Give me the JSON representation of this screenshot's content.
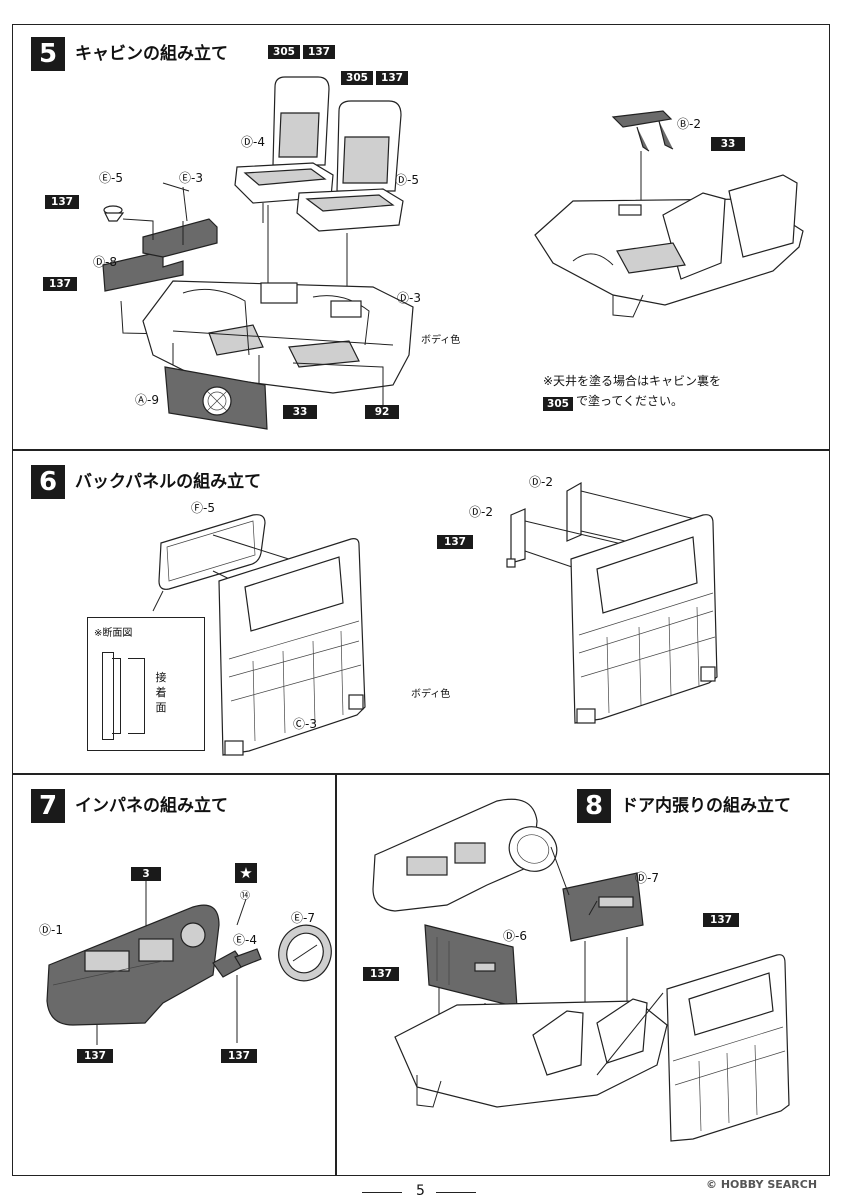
{
  "steps": [
    {
      "number": "5",
      "title": "キャビンの組み立て"
    },
    {
      "number": "6",
      "title": "バックパネルの組み立て"
    },
    {
      "number": "7",
      "title": "インパネの組み立て"
    },
    {
      "number": "8",
      "title": "ドア内張りの組み立て"
    }
  ],
  "step5": {
    "seat_left_codes": [
      "305",
      "137"
    ],
    "seat_right_codes": [
      "305",
      "137"
    ],
    "parts": {
      "d4": "Ⓓ-4",
      "d5": "Ⓓ-5",
      "e5": "Ⓔ-5",
      "e3": "Ⓔ-3",
      "d8": "Ⓓ-8",
      "d3": "Ⓓ-3",
      "a9": "Ⓐ-9",
      "b2": "Ⓑ-2"
    },
    "codes": {
      "e5": "137",
      "d8": "137",
      "a9": "33",
      "floor": "92",
      "b2": "33"
    },
    "body_color": "ボディ色",
    "note_line1": "※天井を塗る場合はキャビン裏を",
    "note_code": "305",
    "note_line2": "で塗ってください。"
  },
  "step6": {
    "parts": {
      "f5": "Ⓕ-5",
      "c3": "Ⓒ-3",
      "d2_top": "Ⓓ-2",
      "d2_left": "Ⓓ-2"
    },
    "code_d2": "137",
    "cross_section": "※断面図",
    "adhesive": "接着面",
    "body_color": "ボディ色"
  },
  "step7": {
    "parts": {
      "d1": "Ⓓ-1",
      "e4": "Ⓔ-4",
      "e7": "Ⓔ-7"
    },
    "code_top": "3",
    "code_bottom_left": "137",
    "code_bottom_right": "137",
    "star": "★",
    "star_num": "⑭"
  },
  "step8": {
    "parts": {
      "d7": "Ⓓ-7",
      "d6": "Ⓓ-6"
    },
    "code_d7": "137",
    "code_d6": "137"
  },
  "footer": {
    "page_number": "5",
    "watermark": "© HOBBY SEARCH"
  },
  "colors": {
    "ink": "#1a1a1a",
    "paper": "#ffffff",
    "gray_part": "#cfcfcf",
    "dark_part": "#6a6a6a"
  }
}
